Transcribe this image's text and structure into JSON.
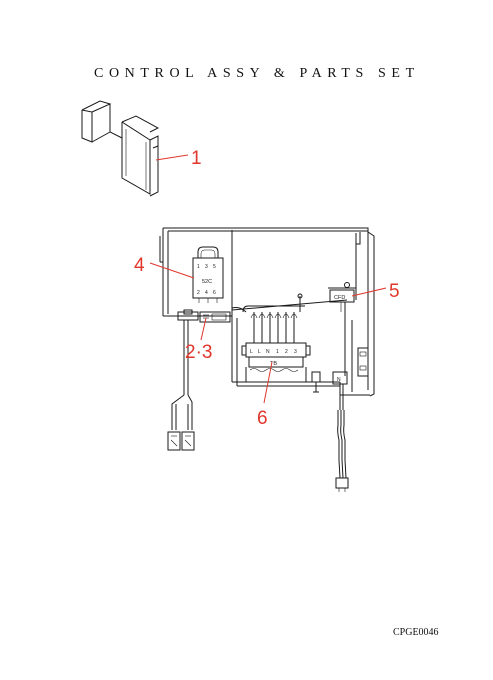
{
  "title": "CONTROL ASSY & PARTS SET",
  "drawing_code": "CPGE0046",
  "callouts": {
    "c1": "1",
    "c4": "4",
    "c5": "5",
    "c23": "2·3",
    "c6": "6"
  },
  "component_labels": {
    "relay": "52C",
    "relay_pins_top": [
      "1",
      "3",
      "5"
    ],
    "relay_pins_bottom": [
      "2",
      "4",
      "6"
    ],
    "capacitor": "CFD",
    "terminal_block": "TB",
    "terminal_numbers": [
      "L",
      "L",
      "N",
      "1",
      "2",
      "3"
    ],
    "cord_tag": "N"
  },
  "colors": {
    "callout": "#e0362c",
    "line": "#1a1a1a"
  }
}
